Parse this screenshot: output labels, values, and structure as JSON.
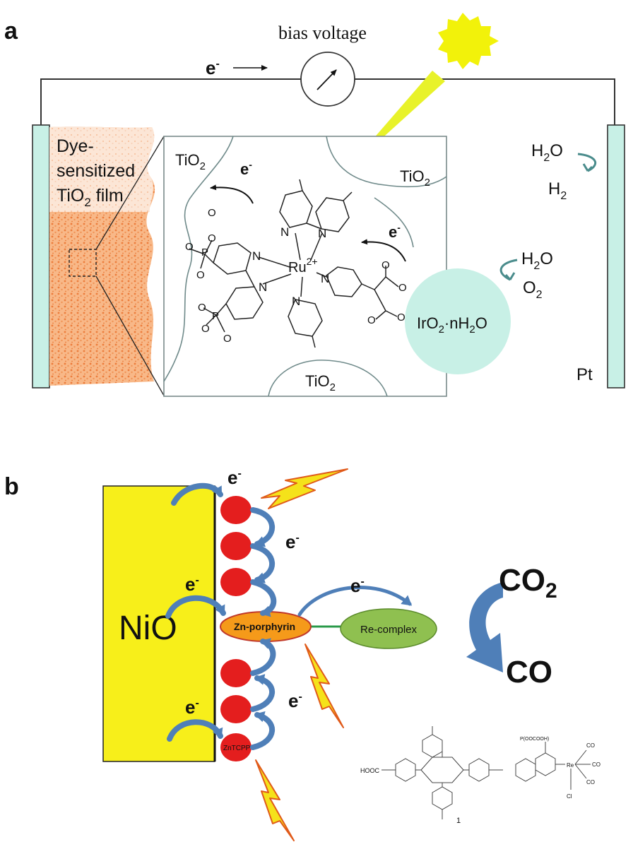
{
  "panel_a": {
    "label": "a",
    "electron_flow": "e",
    "electron_sup": "-",
    "bias_voltage": "bias voltage",
    "dye_film": {
      "line1": "Dye-",
      "line2": "sensitized",
      "line3_pre": "TiO",
      "line3_sub": "2",
      "line3_post": " film"
    },
    "tio2": {
      "base": "TiO",
      "sub": "2"
    },
    "ru_center": "Ru",
    "ru_charge": "2+",
    "nitrogen": "N",
    "oxygen": "O",
    "phosphorus": "P",
    "electron_inner": "e",
    "catalyst": {
      "pre": "IrO",
      "sub": "2",
      "post": "·nH",
      "sub2": "2",
      "post2": "O"
    },
    "cathode": {
      "h2o_1": {
        "base": "H",
        "sub": "2",
        "post": "O"
      },
      "h2": {
        "base": "H",
        "sub": "2"
      },
      "h2o_2": {
        "base": "H",
        "sub": "2",
        "post": "O"
      },
      "o2": {
        "base": "O",
        "sub": "2"
      },
      "pt": "Pt"
    }
  },
  "panel_b": {
    "label": "b",
    "nio": "NiO",
    "electron": "e",
    "electron_sup": "-",
    "zn_porphyrin": "Zn-porphyrin",
    "re_complex": "Re-complex",
    "zntcpp": "ZnTCPP",
    "co2": {
      "base": "CO",
      "sub": "2"
    },
    "co": "CO",
    "structure_number": "1",
    "structure_labels": {
      "hooc": "HOOC",
      "cooh": "P(OOCOOH)",
      "co": "CO",
      "cl": "Cl",
      "re": "Re"
    }
  },
  "colors": {
    "sun": "#f2f20a",
    "beam": "#e8f22a",
    "electrode": "#c8f0e6",
    "dye_film": "#f4a46a",
    "catalyst": "#c8f0e6",
    "nio": "#f7ef1a",
    "dye_circle": "#e41e1e",
    "arrow_blue": "#4f7fb8",
    "zn_porphyrin": "#f59a1a",
    "re_complex": "#8fc050",
    "lightning": "#f5e21a"
  }
}
